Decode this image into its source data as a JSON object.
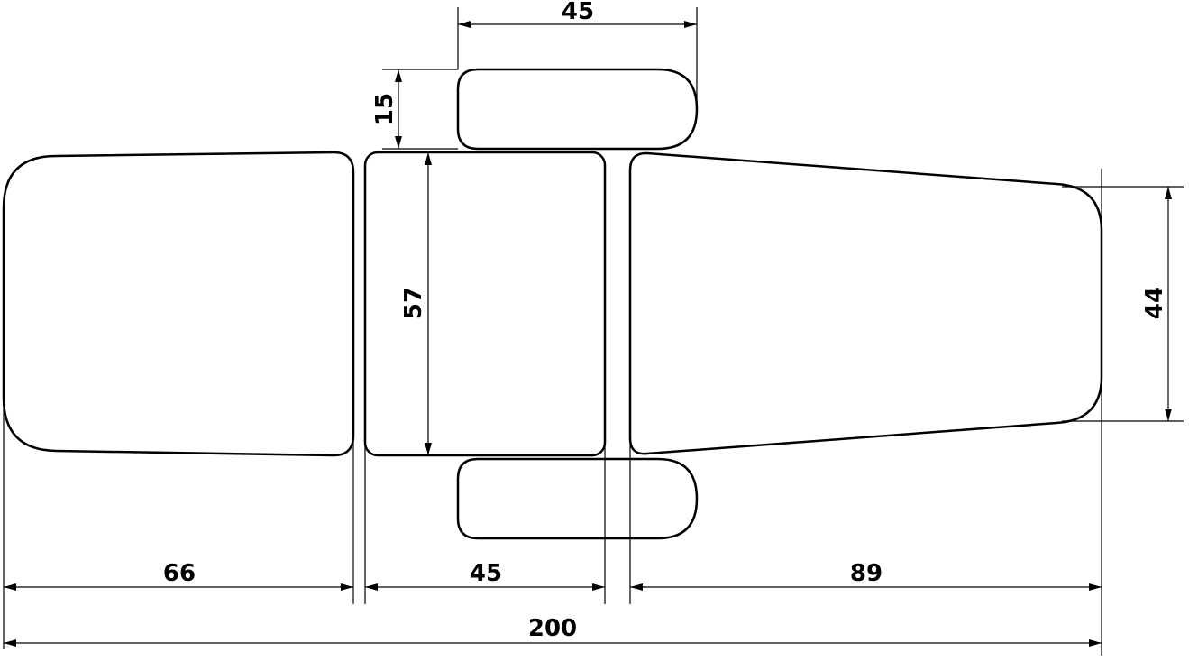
{
  "dimensions": {
    "top_width": "45",
    "armrest_height": "15",
    "seat_height": "57",
    "leg_height": "44",
    "head_length": "66",
    "seat_length": "45",
    "leg_length": "89",
    "total_length": "200"
  }
}
